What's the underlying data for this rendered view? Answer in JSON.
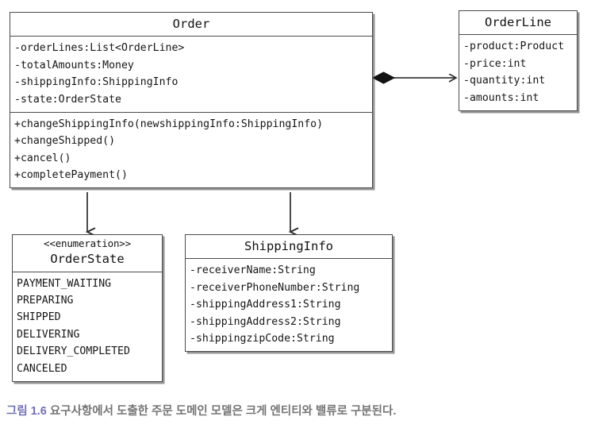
{
  "diagram": {
    "type": "uml-class-diagram",
    "classes": [
      {
        "id": "order",
        "name": "Order",
        "stereotype": "",
        "attributes": [
          "-orderLines:List<OrderLine>",
          "-totalAmounts:Money",
          "-shippingInfo:ShippingInfo",
          "-state:OrderState"
        ],
        "operations": [
          "+changeShippingInfo(newshippingInfo:ShippingInfo)",
          "+changeShipped()",
          "+cancel()",
          "+completePayment()"
        ]
      },
      {
        "id": "orderline",
        "name": "OrderLine",
        "stereotype": "",
        "attributes": [
          "-product:Product",
          "-price:int",
          "-quantity:int",
          "-amounts:int"
        ],
        "operations": []
      },
      {
        "id": "orderstate",
        "name": "OrderState",
        "stereotype": "<<enumeration>>",
        "attributes": [
          "PAYMENT_WAITING",
          "PREPARING",
          "SHIPPED",
          "DELIVERING",
          "DELIVERY_COMPLETED",
          "CANCELED"
        ],
        "operations": []
      },
      {
        "id": "shippinginfo",
        "name": "ShippingInfo",
        "stereotype": "",
        "attributes": [
          "-receiverName:String",
          "-receiverPhoneNumber:String",
          "-shippingAddress1:String",
          "-shippingAddress2:String",
          "-shippingzipCode:String"
        ],
        "operations": []
      }
    ],
    "relations": [
      {
        "id": "order-orderline",
        "from": "Order",
        "to": "OrderLine",
        "kind": "composition",
        "source_decoration": "filled-diamond",
        "target_decoration": "open-arrow"
      },
      {
        "id": "order-orderstate",
        "from": "Order",
        "to": "OrderState",
        "kind": "association",
        "source_decoration": "none",
        "target_decoration": "open-arrow"
      },
      {
        "id": "order-shippinginfo",
        "from": "Order",
        "to": "ShippingInfo",
        "kind": "association",
        "source_decoration": "none",
        "target_decoration": "open-arrow"
      }
    ],
    "colors": {
      "box_border": "#4b4b4b",
      "box_fill": "#ffffff",
      "text": "#161616",
      "line": "#3a3a3a",
      "caption_number": "#6f6fb8",
      "caption_text": "#747474"
    }
  },
  "caption": {
    "number": "그림 1.6",
    "text": "요구사항에서 도출한 주문 도메인 모델은 크게 엔티티와 밸류로 구분된다."
  }
}
